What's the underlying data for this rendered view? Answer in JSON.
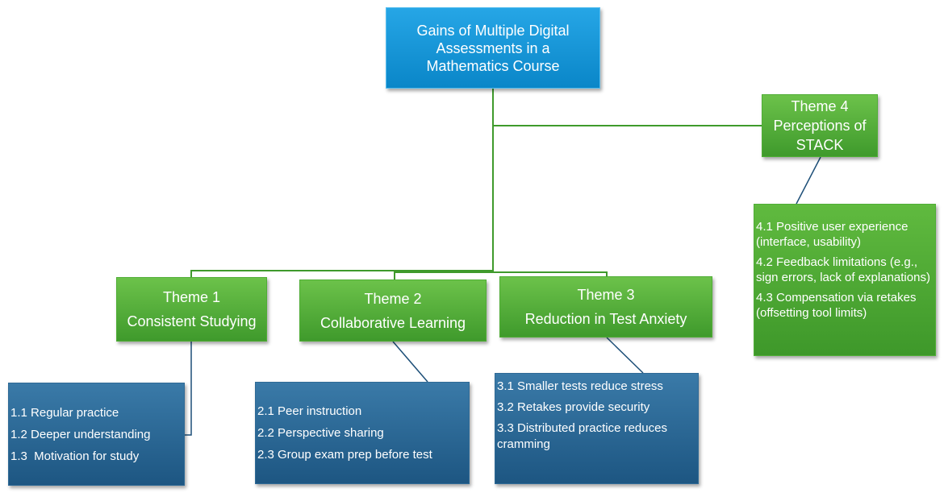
{
  "root": {
    "title": "Gains of Multiple Digital Assessments in a Mathematics Course"
  },
  "themes": [
    {
      "heading": "Theme 1",
      "name": "Consistent Studying"
    },
    {
      "heading": "Theme 2",
      "name": "Collaborative Learning"
    },
    {
      "heading": "Theme 3",
      "name": "Reduction in Test Anxiety"
    },
    {
      "heading": "Theme 4",
      "name": "Perceptions of STACK"
    }
  ],
  "details": [
    {
      "items": [
        "1.1 Regular practice",
        "1.2 Deeper understanding",
        "1.3  Motivation for study"
      ]
    },
    {
      "items": [
        "2.1 Peer instruction",
        "2.2 Perspective sharing",
        "2.3 Group exam prep before test"
      ]
    },
    {
      "items": [
        "3.1 Smaller tests reduce stress",
        "3.2 Retakes provide security",
        "3.3 Distributed practice reduces cramming"
      ]
    },
    {
      "items": [
        "4.1 Positive user experience (interface, usability)",
        "4.2 Feedback limitations (e.g., sign errors, lack of explanations)",
        "4.3 Compensation via retakes (offsetting tool limits)"
      ]
    }
  ],
  "colors": {
    "root": "#1a96d8",
    "theme": "#56b13a",
    "detail": "#2a6896",
    "connector": "#3f9a2c",
    "detail_connector": "#1d4f78"
  }
}
